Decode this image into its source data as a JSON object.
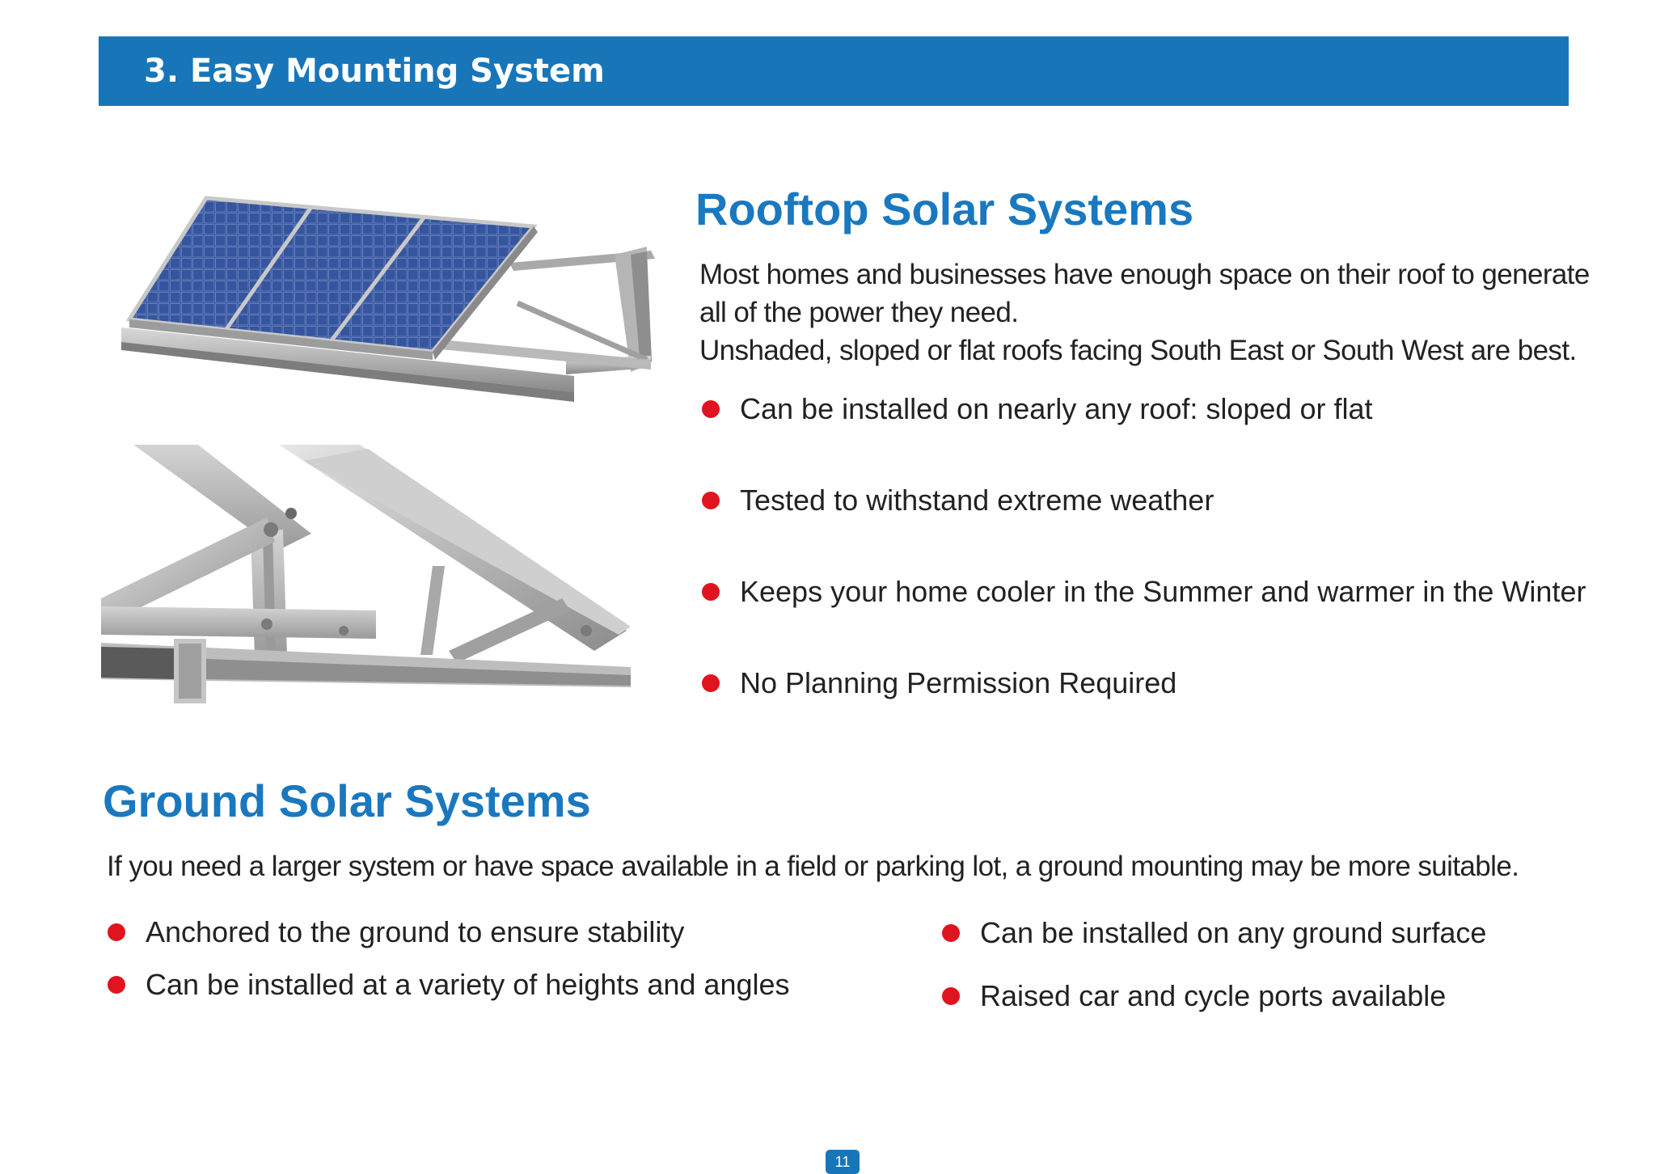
{
  "header": {
    "title": "3. Easy Mounting System"
  },
  "rooftop": {
    "title": "Rooftop Solar Systems",
    "description_lines": [
      "Most homes and businesses have enough space on their roof to generate",
      "all of the power they need.",
      "Unshaded, sloped or flat roofs facing South East or South West are best."
    ],
    "bullets": [
      "Can be installed on nearly any roof: sloped or flat",
      "Tested to withstand extreme weather",
      "Keeps your home cooler in the Summer and warmer in the Winter",
      "No Planning Permission Required"
    ]
  },
  "ground": {
    "title": "Ground Solar Systems",
    "description": "If you need a larger system or have space available in a field or parking lot, a ground mounting may be more suitable.",
    "bullets_left": [
      "Anchored to the ground to ensure stability",
      "Can be installed at a variety of heights and angles"
    ],
    "bullets_right": [
      "Can be installed on any ground surface",
      "Raised car and cycle ports available"
    ]
  },
  "colors": {
    "header_bg": "#1876b8",
    "title_blue": "#1a78bf",
    "bullet_red": "#e0141e"
  },
  "images": {
    "top": "solar-panel-mount-image",
    "bottom": "mounting-bracket-closeup-image"
  },
  "footer": {
    "page_number": "11"
  }
}
